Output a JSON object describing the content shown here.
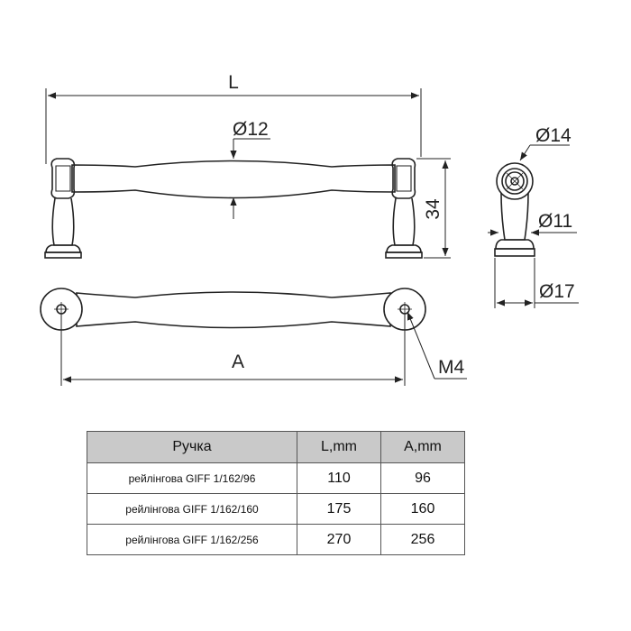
{
  "drawing": {
    "dimensions": {
      "overall_length": "L",
      "mid_diameter": "Ø12",
      "height": "34",
      "mount_distance": "A",
      "thread": "M4",
      "cap_diameter": "Ø14",
      "neck_diameter": "Ø11",
      "base_diameter": "Ø17"
    }
  },
  "table": {
    "headers": {
      "name": "Ручка",
      "l": "L,mm",
      "a": "A,mm"
    },
    "rows": [
      {
        "name": "рейлінгова GIFF 1/162/96",
        "l": "110",
        "a": "96"
      },
      {
        "name": "рейлінгова GIFF 1/162/160",
        "l": "175",
        "a": "160"
      },
      {
        "name": "рейлінгова GIFF 1/162/256",
        "l": "270",
        "a": "256"
      }
    ]
  }
}
